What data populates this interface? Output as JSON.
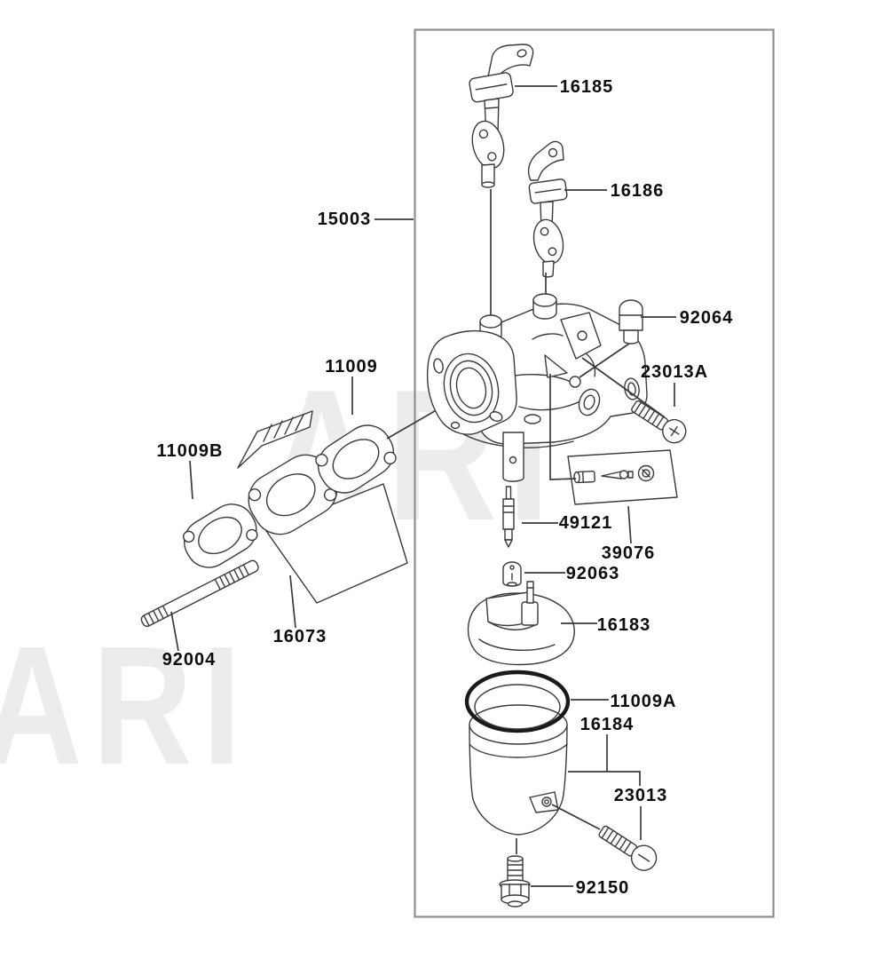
{
  "diagram": {
    "watermark": "ARI",
    "colors": {
      "background": "#ffffff",
      "line": "#3a3a3a",
      "label": "#0d0d0d",
      "frame": "#8f8f8f",
      "watermark": "#ececec"
    }
  },
  "parts": [
    {
      "callout": "16185"
    },
    {
      "callout": "16186"
    },
    {
      "callout": "15003"
    },
    {
      "callout": "92064"
    },
    {
      "callout": "23013A"
    },
    {
      "callout": "11009"
    },
    {
      "callout": "11009B"
    },
    {
      "callout": "92004"
    },
    {
      "callout": "16073"
    },
    {
      "callout": "49121"
    },
    {
      "callout": "39076"
    },
    {
      "callout": "92063"
    },
    {
      "callout": "16183"
    },
    {
      "callout": "11009A"
    },
    {
      "callout": "16184"
    },
    {
      "callout": "23013"
    },
    {
      "callout": "92150"
    }
  ]
}
